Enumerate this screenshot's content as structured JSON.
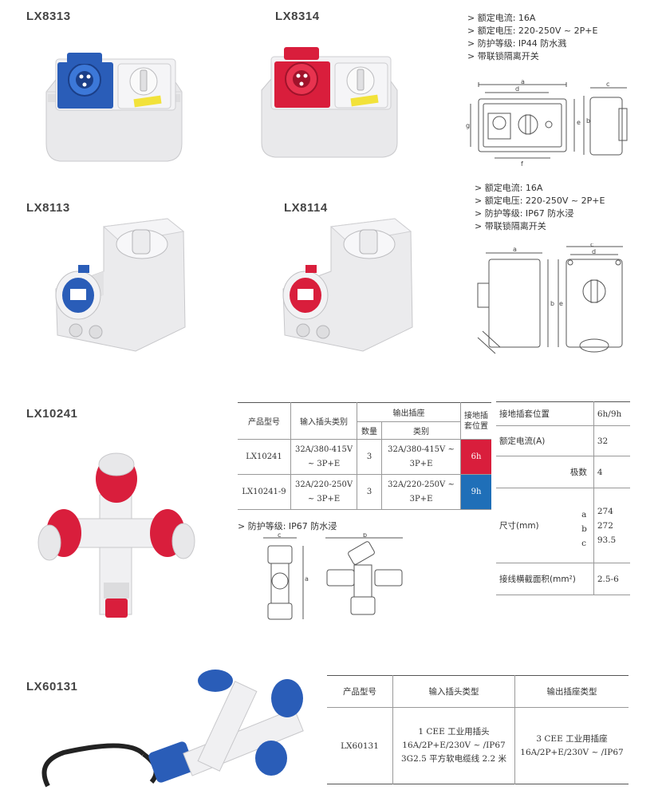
{
  "sections": {
    "lx8313": {
      "model": "LX8313"
    },
    "lx8314": {
      "model": "LX8314"
    },
    "lx8113": {
      "model": "LX8113"
    },
    "lx8114": {
      "model": "LX8114"
    },
    "lx10241": {
      "model": "LX10241"
    },
    "lx60131": {
      "model": "LX60131"
    }
  },
  "spec_top": [
    "> 额定电流: 16A",
    "> 额定电压: 220-250V ~ 2P+E",
    "> 防护等级: IP44 防水溅",
    "> 带联锁隔离开关"
  ],
  "spec_mid": [
    "> 额定电流: 16A",
    "> 额定电压: 220-250V ~ 2P+E",
    "> 防护等级: IP67 防水浸",
    "> 带联锁隔离开关"
  ],
  "dims_top": {
    "a": "a",
    "b": "b",
    "c": "c",
    "d": "d",
    "e": "e",
    "f": "f",
    "g": "g"
  },
  "table_lx10241": {
    "h_model": "产品型号",
    "h_input": "输入插头类别",
    "h_output": "输出插座",
    "h_ground": "接地插套位置",
    "h_qty": "数量",
    "h_type": "类别",
    "rows": [
      {
        "model": "LX10241",
        "input": "32A/380-415V ~ 3P+E",
        "qty": "3",
        "type": "32A/380-415V ~ 3P+E",
        "pos": "6h",
        "color": "#d91e3c"
      },
      {
        "model": "LX10241-9",
        "input": "32A/220-250V ~ 3P+E",
        "qty": "3",
        "type": "32A/220-250V ~ 3P+E",
        "pos": "9h",
        "color": "#1f6fb8"
      }
    ],
    "protection": "> 防护等级: IP67 防水浸"
  },
  "table_right": {
    "ground_label": "接地插套位置",
    "ground_value": "6h/9h",
    "current_label": "额定电流(A)",
    "current_value": "32",
    "poles_label": "极数",
    "poles_value": "4",
    "size_label": "尺寸(mm)",
    "size_a_label": "a",
    "size_a": "274",
    "size_b_label": "b",
    "size_b": "272",
    "size_c_label": "c",
    "size_c": "93.5",
    "wire_label": "接线横截面积(mm²)",
    "wire_value": "2.5-6"
  },
  "table_lx60131": {
    "h_model": "产品型号",
    "h_input": "输入插头类型",
    "h_output": "输出插座类型",
    "model": "LX60131",
    "input_lines": [
      "1 CEE 工业用插头",
      "16A/2P+E/230V ~ /IP67",
      "3G2.5 平方软电缆线 2.2 米"
    ],
    "output_lines": [
      "3 CEE 工业用插座",
      "16A/2P+E/230V ~ /IP67"
    ]
  },
  "colors": {
    "red": "#d91e3c",
    "blue": "#2a5db8",
    "grey": "#e8e8ea"
  }
}
